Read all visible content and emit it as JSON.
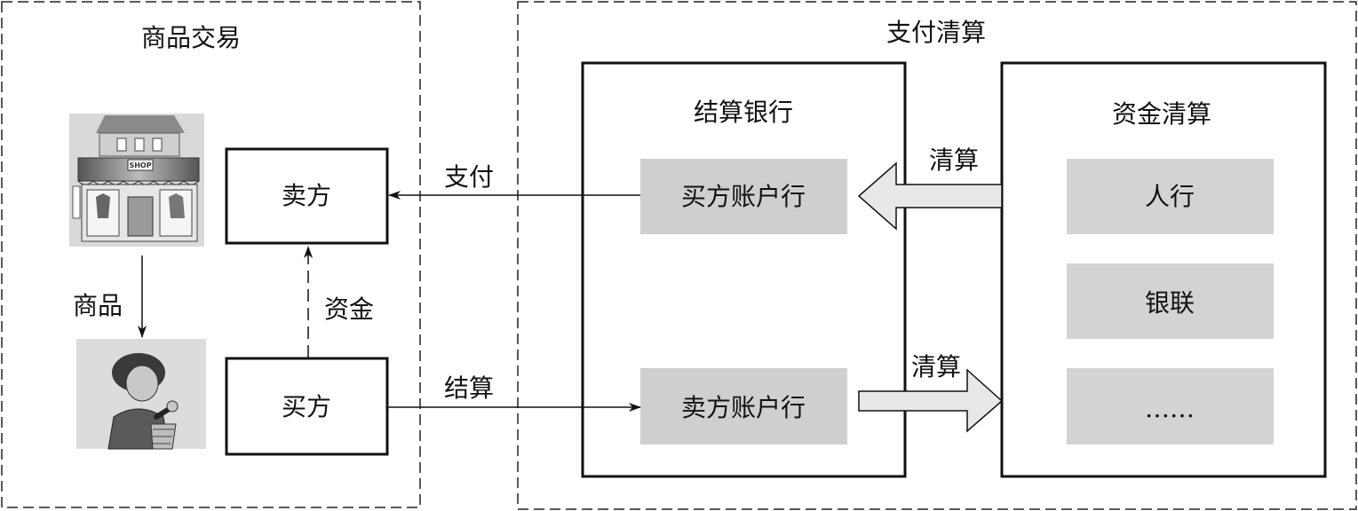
{
  "sections": {
    "trade_title": "商品交易",
    "payment_title": "支付清算"
  },
  "boxes": {
    "seller": "卖方",
    "buyer": "买方",
    "settlement_bank_title": "结算银行",
    "buyer_bank": "买方账户行",
    "seller_bank": "卖方账户行",
    "fund_clearing_title": "资金清算",
    "pboc": "人行",
    "unionpay": "银联",
    "more": "……"
  },
  "flows": {
    "goods": "商品",
    "funds": "资金",
    "pay": "支付",
    "settle": "结算",
    "clear_in": "清算",
    "clear_out": "清算"
  },
  "images": {
    "shop_sign": "SHOP"
  }
}
